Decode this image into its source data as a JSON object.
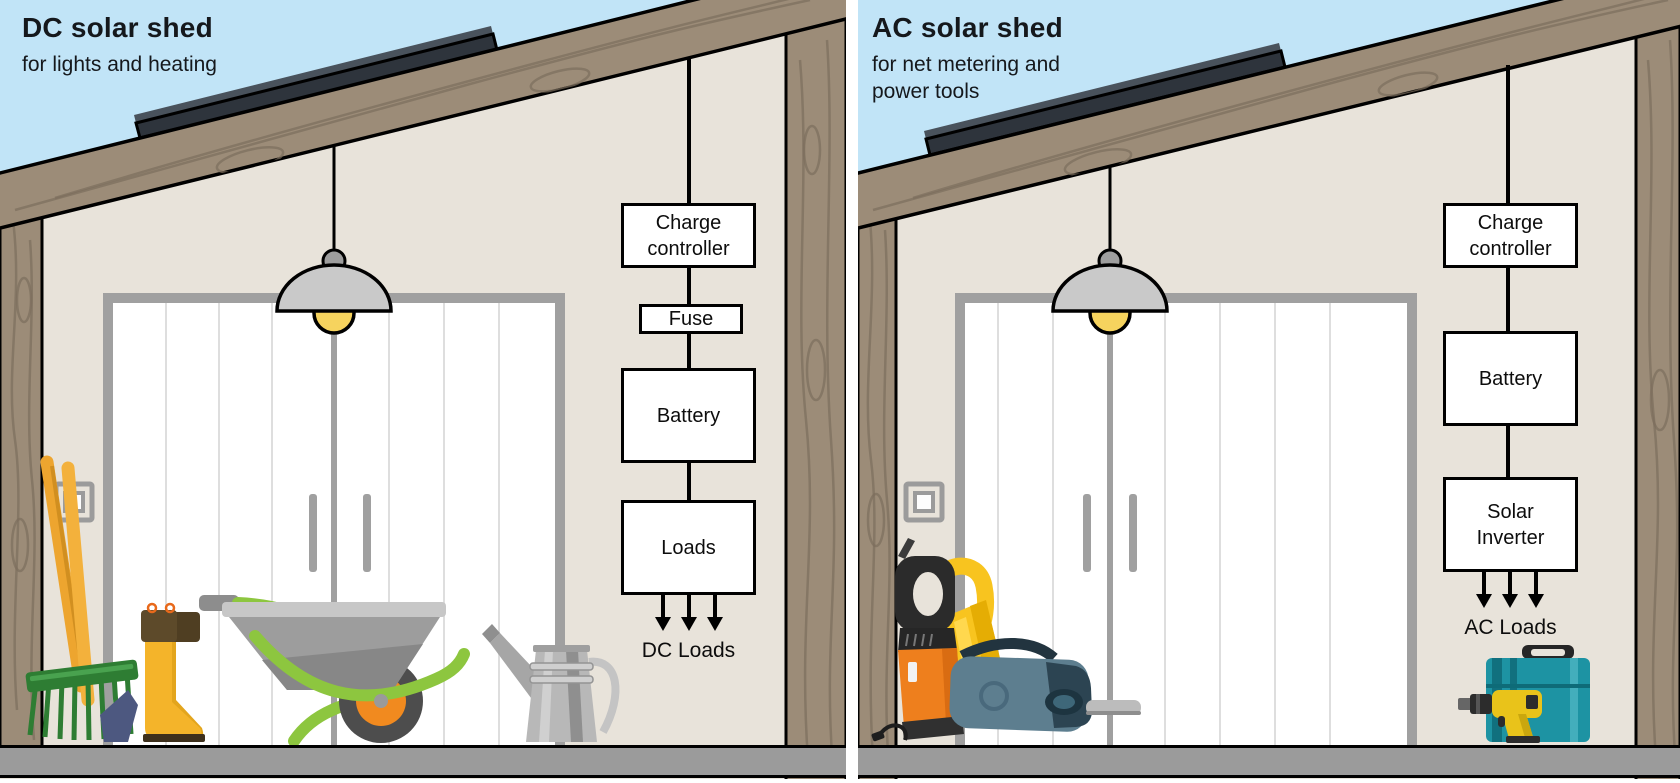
{
  "left_panel": {
    "title": "DC solar shed",
    "subtitle": "for lights and heating",
    "diagram": {
      "charge_controller": "Charge\ncontroller",
      "fuse": "Fuse",
      "battery": "Battery",
      "loads": "Loads",
      "output_label": "DC Loads"
    },
    "scene": {
      "items": [
        "solar panel",
        "wood roof beam",
        "pendant lamp",
        "double barn door",
        "light switch",
        "garden rake",
        "rubber boots",
        "wheelbarrow",
        "watering can"
      ]
    }
  },
  "right_panel": {
    "title": "AC solar shed",
    "subtitle": "for net metering and\npower tools",
    "diagram": {
      "charge_controller": "Charge\ncontroller",
      "battery": "Battery",
      "solar_inverter": "Solar\nInverter",
      "output_label": "AC Loads"
    },
    "scene": {
      "items": [
        "solar panel",
        "wood roof beam",
        "pendant lamp",
        "double barn door",
        "light switch",
        "reciprocating saw",
        "leaf blower",
        "chainsaw",
        "cordless drill",
        "toolbox"
      ]
    }
  },
  "colors": {
    "sky": "#c1e4f7",
    "wall": "#e8e3da",
    "wood": "#9c8c78",
    "wood_grain": "#7c6e5c",
    "floor": "#9b9b9b",
    "door_frame": "#a0a0a0",
    "accent_green": "#8dc63f",
    "bulb_yellow": "#f6d35e",
    "solar_panel": "#2e343c"
  }
}
